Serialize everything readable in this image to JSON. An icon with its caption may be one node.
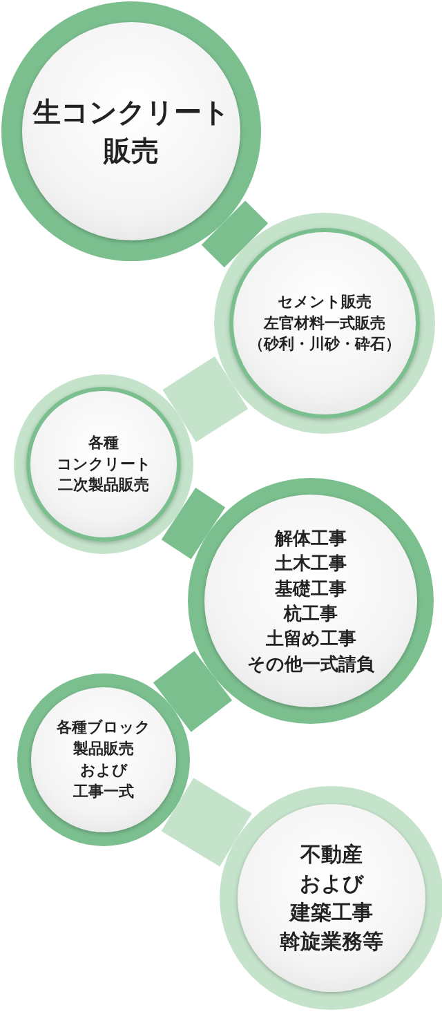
{
  "diagram": {
    "nodes": [
      {
        "text": [
          "生コンクリート販売"
        ]
      },
      {
        "text": [
          "セメント販売左官材料一式販売（砂利・川砂・砕石）"
        ]
      },
      {
        "text": [
          "各種コンクリート二次製品販売"
        ]
      },
      {
        "text": [
          "解体工事土木工事基礎工事杭工事土留め工事その他一式請負"
        ]
      },
      {
        "text": [
          "各種ブロック製品販売および工事一式"
        ]
      },
      {
        "text": [
          "不動産および建築工事斡旋業務等"
        ]
      }
    ],
    "edges": [
      {
        "from": 0,
        "to": 1,
        "arrow": "none"
      },
      {
        "from": 1,
        "to": 2,
        "arrow": "none",
        "color": "#c5e3cb"
      },
      {
        "from": 2,
        "to": 3,
        "arrow": "none"
      },
      {
        "from": 3,
        "to": 4,
        "arrow": "none"
      },
      {
        "from": 4,
        "to": 5,
        "arrow": "none",
        "color": "#c5e3cb"
      }
    ]
  }
}
